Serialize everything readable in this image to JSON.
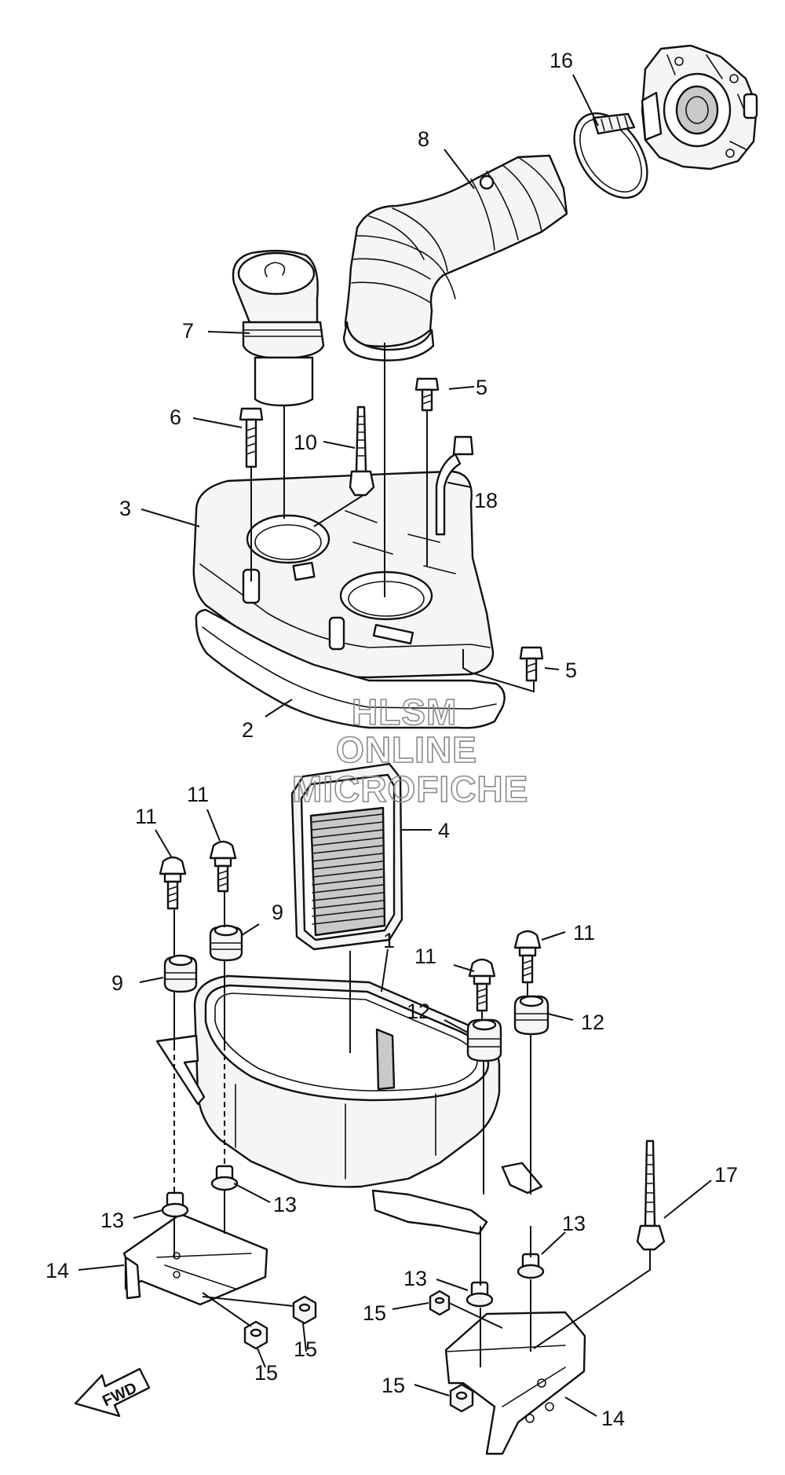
{
  "watermark": {
    "line1": "HLSM",
    "line2": "ONLINE",
    "line3": "MICROFICHE"
  },
  "direction_arrow": {
    "label": "FWD"
  },
  "callouts": {
    "c16": "16",
    "c8": "8",
    "c7": "7",
    "c6": "6",
    "c10": "10",
    "c5a": "5",
    "c18": "18",
    "c3": "3",
    "c5b": "5",
    "c2": "2",
    "c4": "4",
    "c11a": "11",
    "c11b": "11",
    "c9a": "9",
    "c9b": "9",
    "c1": "1",
    "c11c": "11",
    "c11d": "11",
    "c12a": "12",
    "c12b": "12",
    "c17": "17",
    "c13a": "13",
    "c13b": "13",
    "c13c": "13",
    "c13d": "13",
    "c14a": "14",
    "c14b": "14",
    "c15a": "15",
    "c15b": "15",
    "c15c": "15",
    "c15d": "15"
  }
}
